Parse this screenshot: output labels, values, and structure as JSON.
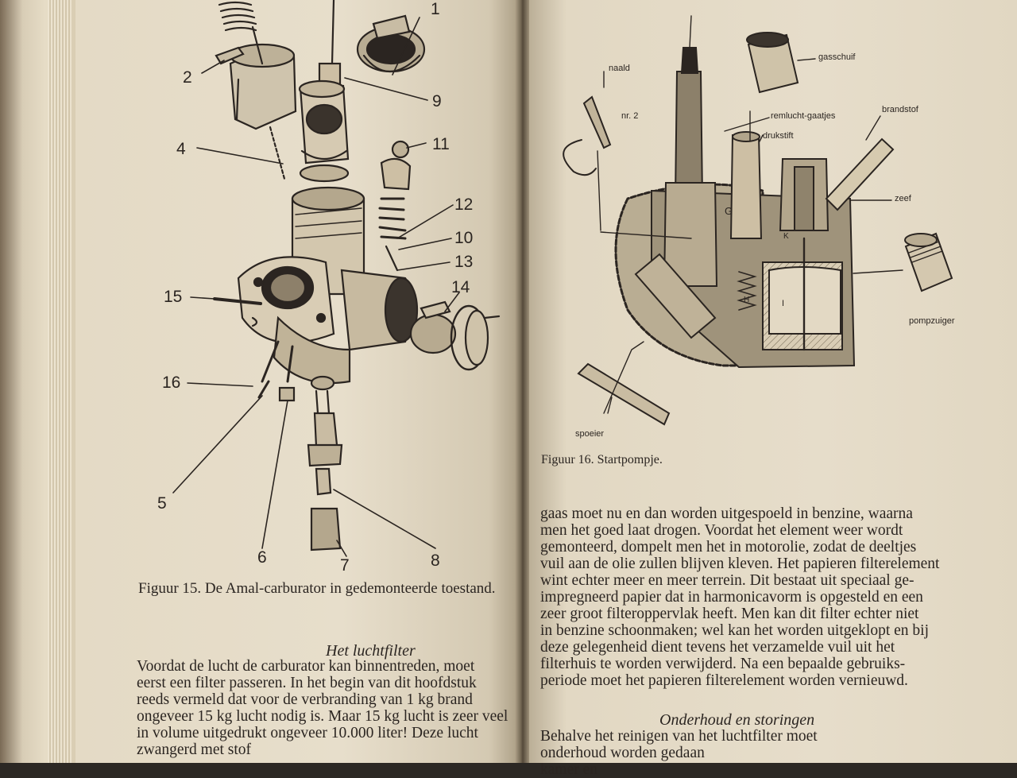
{
  "figure15": {
    "caption": "Figuur 15. De Amal-carburator in gedemonteerde toestand.",
    "callouts": [
      "1",
      "2",
      "4",
      "9",
      "11",
      "12",
      "10",
      "13",
      "14",
      "15",
      "16",
      "5",
      "6",
      "7",
      "8"
    ]
  },
  "figure16": {
    "caption": "Figuur 16. Startpompje.",
    "labels": {
      "naald": "naald",
      "nr2": "nr. 2",
      "gasschuif": "gasschuif",
      "remlucht": "remlucht-gaatjes",
      "drukstift": "drukstift",
      "brandstof": "brandstof",
      "zeef": "zeef",
      "pompzuiger": "pompzuiger",
      "spoeier": "spoeier",
      "g": "G",
      "k": "K",
      "h": "H",
      "i": "I"
    }
  },
  "left_text": {
    "heading": "Het luchtfilter",
    "lines": [
      "Voordat de lucht de carburator kan binnentreden, moet",
      "eerst een filter passeren. In het begin van dit hoofdstuk",
      "reeds vermeld dat voor de verbranding van 1 kg brand",
      "ongeveer 15 kg lucht nodig is. Maar 15 kg lucht is zeer veel",
      "in volume uitgedrukt ongeveer 10.000 liter! Deze lucht",
      "zwangerd met stof"
    ]
  },
  "right_text": {
    "lines": [
      "gaas moet nu en dan worden uitgespoeld in benzine, waarna",
      "men het goed laat drogen. Voordat het element weer wordt",
      "gemonteerd, dompelt men het in motorolie, zodat de deeltjes",
      "vuil aan de olie zullen blijven kleven. Het papieren filterelement",
      "wint echter meer en meer terrein. Dit bestaat uit speciaal ge-",
      "impregneerd papier dat in harmonicavorm is opgesteld en een",
      "zeer groot filteroppervlak heeft. Men kan dit filter echter niet",
      "in benzine schoonmaken; wel kan het worden uitgeklopt en bij",
      "deze gelegenheid dient tevens het verzamelde vuil uit het",
      "filterhuis te worden verwijderd. Na een bepaalde gebruiks-",
      "periode moet het papieren filterelement worden vernieuwd."
    ],
    "heading": "Onderhoud en storingen",
    "lines2": [
      "Behalve het reinigen van het luchtfilter moet",
      "onderhoud worden gedaan",
      "kamer en"
    ]
  }
}
